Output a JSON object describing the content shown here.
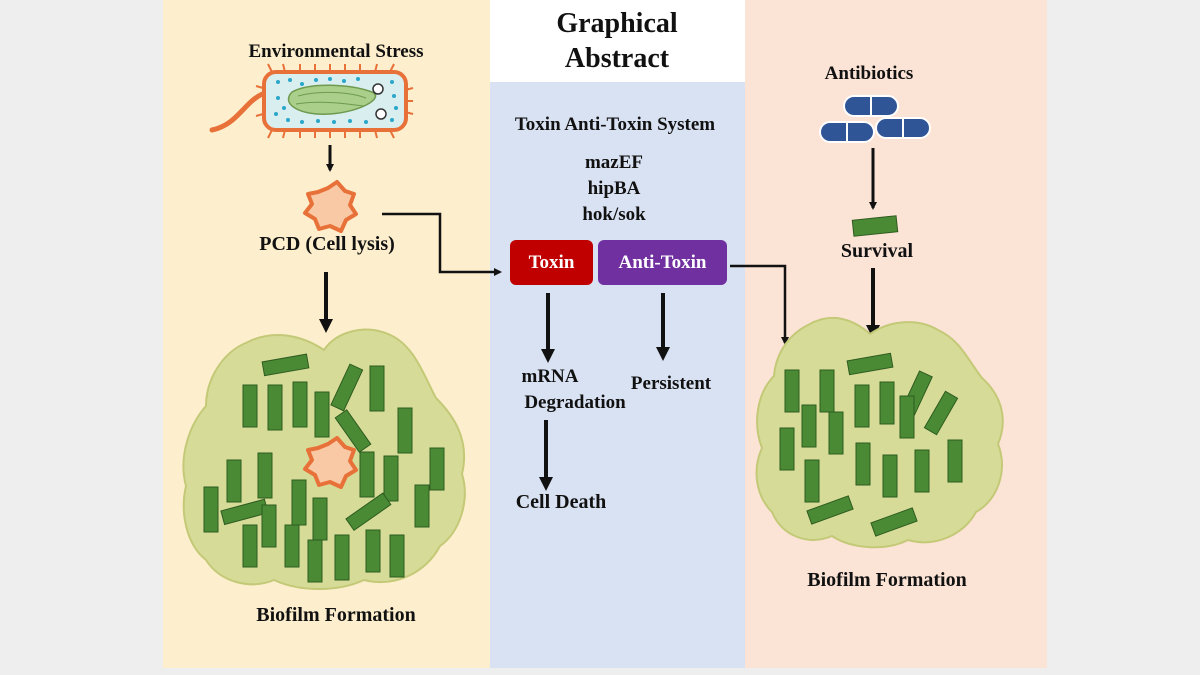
{
  "header": {
    "title_line1": "Graphical",
    "title_line2": "Abstract"
  },
  "left": {
    "top_label": "Environmental Stress",
    "pcd_label": "PCD (Cell lysis)",
    "bottom_label": "Biofilm Formation"
  },
  "center": {
    "system_label": "Toxin Anti-Toxin System",
    "genes": [
      "mazEF",
      "hipBA",
      "hok/sok"
    ],
    "toxin_label": "Toxin",
    "antitoxin_label": "Anti-Toxin",
    "mrna_line1": "mRNA",
    "mrna_line2": "Degradation",
    "persistent_label": "Persistent",
    "cell_death_label": "Cell Death"
  },
  "right": {
    "antibiotics_label": "Antibiotics",
    "survival_label": "Survival",
    "bottom_label": "Biofilm Formation"
  },
  "colors": {
    "left_panel": "#fdefcd",
    "center_panel": "#d9e2f2",
    "right_panel": "#fbe3d6",
    "toxin_box": "#c00000",
    "antitoxin_box": "#7030a0",
    "biofilm": "#d6dc98",
    "rod": "#4a8a34",
    "pill": "#2f5597",
    "lysed_cell": "#e8713a"
  }
}
